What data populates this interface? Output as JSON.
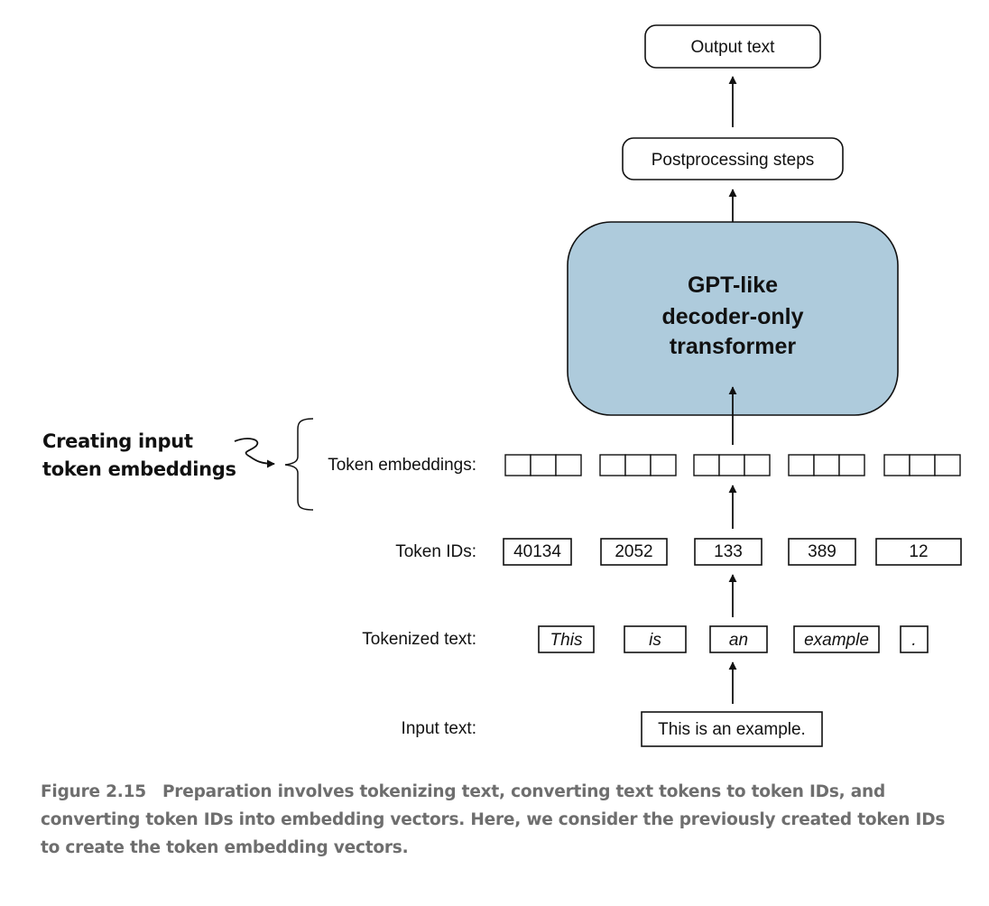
{
  "output_text": "Output text",
  "postprocessing": "Postprocessing steps",
  "model": {
    "line1": "GPT-like",
    "line2": "decoder-only",
    "line3": "transformer",
    "fill_color": "#aecbdc"
  },
  "annotation": {
    "line1": "Creating input",
    "line2": "token embeddings"
  },
  "row_labels": {
    "token_embeddings": "Token embeddings:",
    "token_ids": "Token IDs:",
    "tokenized_text": "Tokenized text:",
    "input_text": "Input text:"
  },
  "token_ids": [
    "40134",
    "2052",
    "133",
    "389",
    "12"
  ],
  "tokens": [
    "This",
    "is",
    "an",
    "example",
    "."
  ],
  "input_text": "This is an example.",
  "caption": {
    "figure": "Figure 2.15",
    "text": "Preparation involves tokenizing text, converting text tokens to token IDs, and converting token IDs into embedding vectors. Here, we consider the previously created token IDs to create the token embedding vectors."
  }
}
